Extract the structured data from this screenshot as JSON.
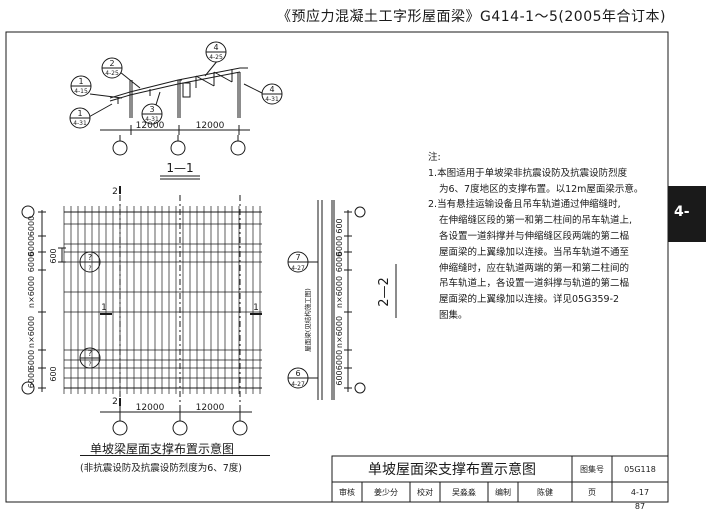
{
  "header": {
    "title": "《预应力混凝土工字形屋面梁》G414-1～5(2005年合订本)"
  },
  "section_1": {
    "label": "1—1",
    "span_left": "12000",
    "span_right": "12000",
    "callouts": [
      {
        "num": "1",
        "ref": "4-15"
      },
      {
        "num": "2",
        "ref": "4-25"
      },
      {
        "num": "3",
        "ref": "4-31"
      },
      {
        "num": "1",
        "ref": "4-31"
      },
      {
        "num": "4",
        "ref": "4-25"
      },
      {
        "num": "4",
        "ref": "4-31"
      }
    ]
  },
  "plan": {
    "dim_left": [
      "6000",
      "6000",
      "6000",
      "n×6000",
      "n×6000",
      "6000",
      "6000"
    ],
    "dim_inner": [
      "600",
      "600"
    ],
    "span_left": "12000",
    "span_right": "12000",
    "axis_top": "2",
    "axis_bottom": "2",
    "axis_side": "1",
    "axis_side_right": "1",
    "callouts": [
      {
        "num": "?",
        "ref": "?"
      },
      {
        "num": "?",
        "ref": "?"
      }
    ]
  },
  "section_2": {
    "label": "2—2",
    "vertical_text": "屋面梁(见结构施工图)",
    "dims": [
      "600",
      "6000",
      "6000",
      "n×6000",
      "n×6000",
      "6000",
      "600"
    ],
    "callouts": [
      {
        "num": "7",
        "ref": "4-27"
      },
      {
        "num": "6",
        "ref": "4-27"
      }
    ]
  },
  "plan_caption": {
    "title": "单坡梁屋面支撑布置示意图",
    "subtitle": "(非抗震设防及抗震设防烈度为6、7度)"
  },
  "notes": {
    "heading": "注:",
    "lines": [
      "1.本图适用于单坡梁非抗震设防及抗震设防烈度",
      "为6、7度地区的支撑布置。以12m屋面梁示意。",
      "2.当有悬挂运输设备且吊车轨道通过伸缩缝时,",
      "在伸缩缝区段的第一和第二柱间的吊车轨道上,",
      "各设置一道斜撑并与伸缩缝区段两端的第二榀",
      "屋面梁的上翼缘加以连接。当吊车轨道不通至",
      "伸缩缝时，应在轨道两端的第一和第二柱间的",
      "吊车轨道上，各设置一道斜撑与轨道的第二榀",
      "屋面梁的上翼缘加以连接。详见05G359-2",
      "图集。"
    ]
  },
  "side_tab": {
    "label": "4-"
  },
  "title_block": {
    "main_title": "单坡屋面梁支撑布置示意图",
    "atlas_label": "图集号",
    "atlas_no": "05G118",
    "review_label": "审核",
    "review_name": "姜少分",
    "check_label": "校对",
    "check_name": "吴淼淼",
    "design_label": "编制",
    "design_name": "陈健",
    "page_label": "页",
    "page_no": "4-17"
  },
  "footer_page": "87",
  "colors": {
    "ink": "#1a1a1a",
    "paper": "#ffffff"
  }
}
